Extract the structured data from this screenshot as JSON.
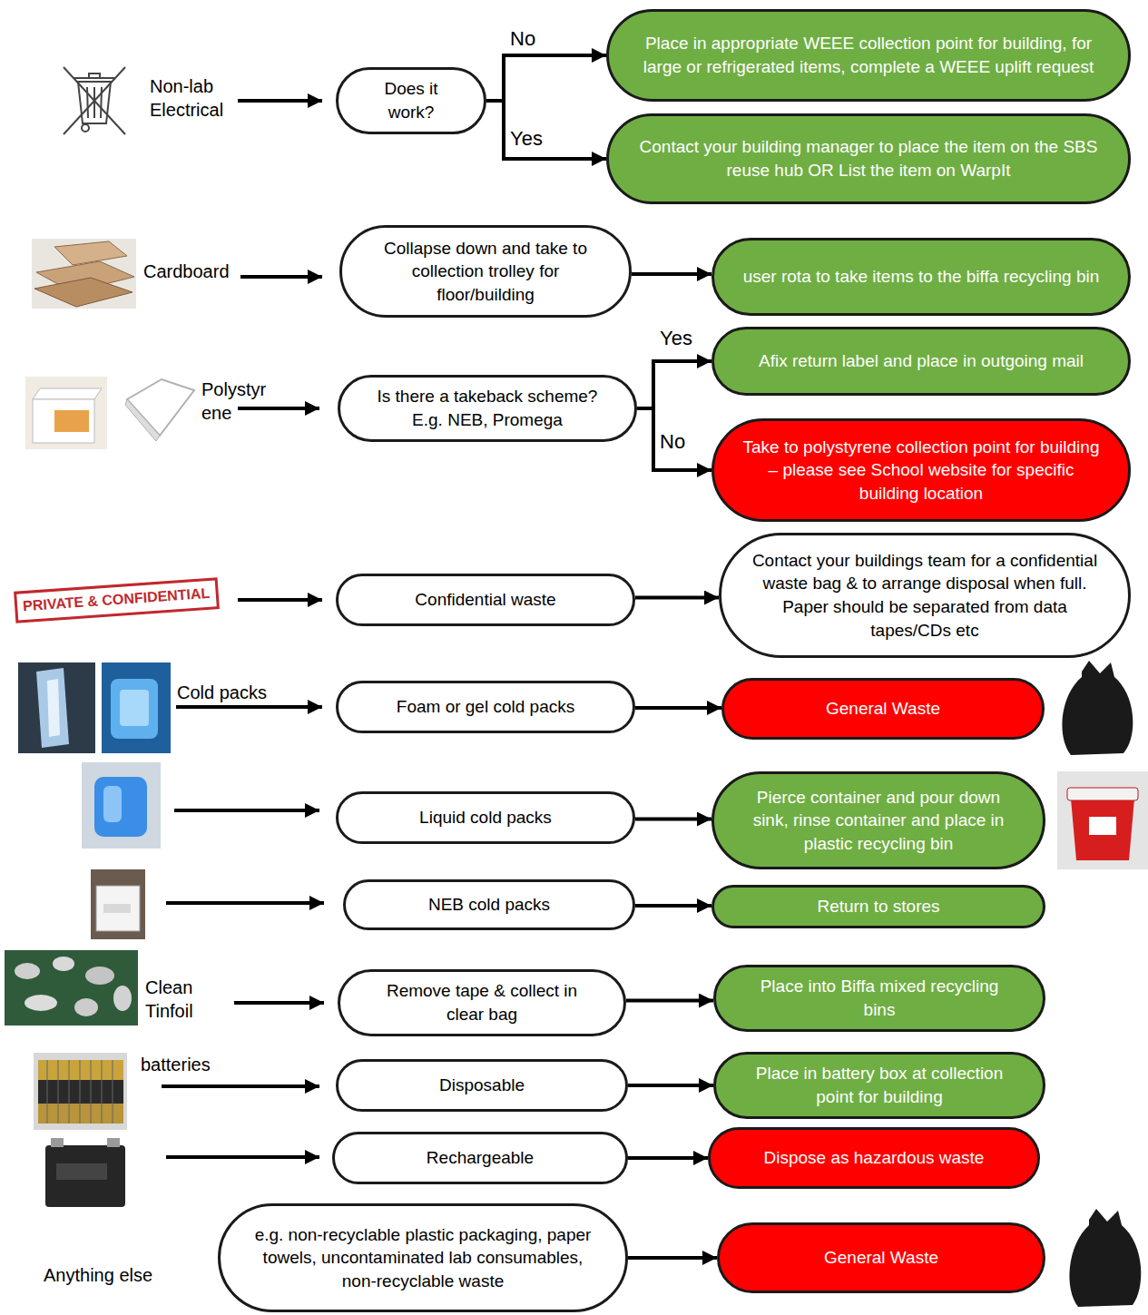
{
  "diagram": {
    "nodes": [
      {
        "text": [
          "Does it work?"
        ]
      },
      {
        "text": [
          "Place in appropriate WEEE collection point for building, for large or refrigerated items, complete a WEEE uplift request"
        ]
      },
      {
        "text": [
          "Contact your building manager to place the item on the SBS reuse hub OR List the item on WarpIt"
        ]
      },
      {
        "text": [
          "Collapse down and take to collection trolley for floor/building"
        ]
      },
      {
        "text": [
          "user rota to take items to the biffa recycling bin"
        ]
      },
      {
        "text": [
          "Is there a takeback scheme? E.g. NEB, Promega"
        ]
      },
      {
        "text": [
          "Afix return label and place in outgoing mail"
        ]
      },
      {
        "text": [
          "Take to polystyrene collection point for building – please see School website for specific building location"
        ]
      },
      {
        "text": [
          "Confidential waste"
        ]
      },
      {
        "text": [
          "Contact your buildings team for a confidential waste bag & to arrange disposal when full. Paper should be separated from data tapes/CDs etc"
        ]
      },
      {
        "text": [
          "Foam or gel cold packs"
        ]
      },
      {
        "text": [
          "General Waste"
        ]
      },
      {
        "text": [
          "Liquid cold packs"
        ]
      },
      {
        "text": [
          "Pierce container and pour down sink, rinse container and place in plastic recycling bin"
        ]
      },
      {
        "text": [
          "NEB cold packs"
        ]
      },
      {
        "text": [
          "Return to stores"
        ]
      },
      {
        "text": [
          "Remove tape & collect in clear bag"
        ]
      },
      {
        "text": [
          "Place into Biffa mixed recycling bins"
        ]
      },
      {
        "text": [
          "Disposable"
        ]
      },
      {
        "text": [
          "Place in battery box at collection point for building"
        ]
      },
      {
        "text": [
          "Rechargeable"
        ]
      },
      {
        "text": [
          "Dispose as hazardous waste"
        ]
      },
      {
        "text": [
          "e.g. non-recyclable plastic packaging, paper towels, uncontaminated lab consumables, non-recyclable waste"
        ]
      },
      {
        "text": [
          "General Waste"
        ]
      }
    ],
    "edges": [
      {
        "from": 0,
        "to": 1,
        "label": "No",
        "arrow": "to"
      },
      {
        "from": 0,
        "to": 2,
        "label": "Yes",
        "arrow": "to"
      },
      {
        "from": 3,
        "to": 4,
        "arrow": "to"
      },
      {
        "from": 5,
        "to": 6,
        "label": "Yes",
        "arrow": "to"
      },
      {
        "from": 5,
        "to": 7,
        "label": "No",
        "arrow": "to"
      },
      {
        "from": 8,
        "to": 9,
        "arrow": "to"
      },
      {
        "from": 10,
        "to": 11,
        "arrow": "to"
      },
      {
        "from": 12,
        "to": 13,
        "arrow": "to"
      },
      {
        "from": 14,
        "to": 15,
        "arrow": "to"
      },
      {
        "from": 16,
        "to": 17,
        "arrow": "to"
      },
      {
        "from": 18,
        "to": 19,
        "arrow": "to"
      },
      {
        "from": 20,
        "to": 21,
        "arrow": "to"
      },
      {
        "from": 22,
        "to": 23,
        "arrow": "to"
      }
    ],
    "labels": [
      "Non-lab Electrical",
      "Cardboard",
      "Polystyrene",
      "PRIVATE & CONFIDENTIAL",
      "Cold packs",
      "Clean Tinfoil",
      "batteries",
      "Anything else"
    ]
  }
}
